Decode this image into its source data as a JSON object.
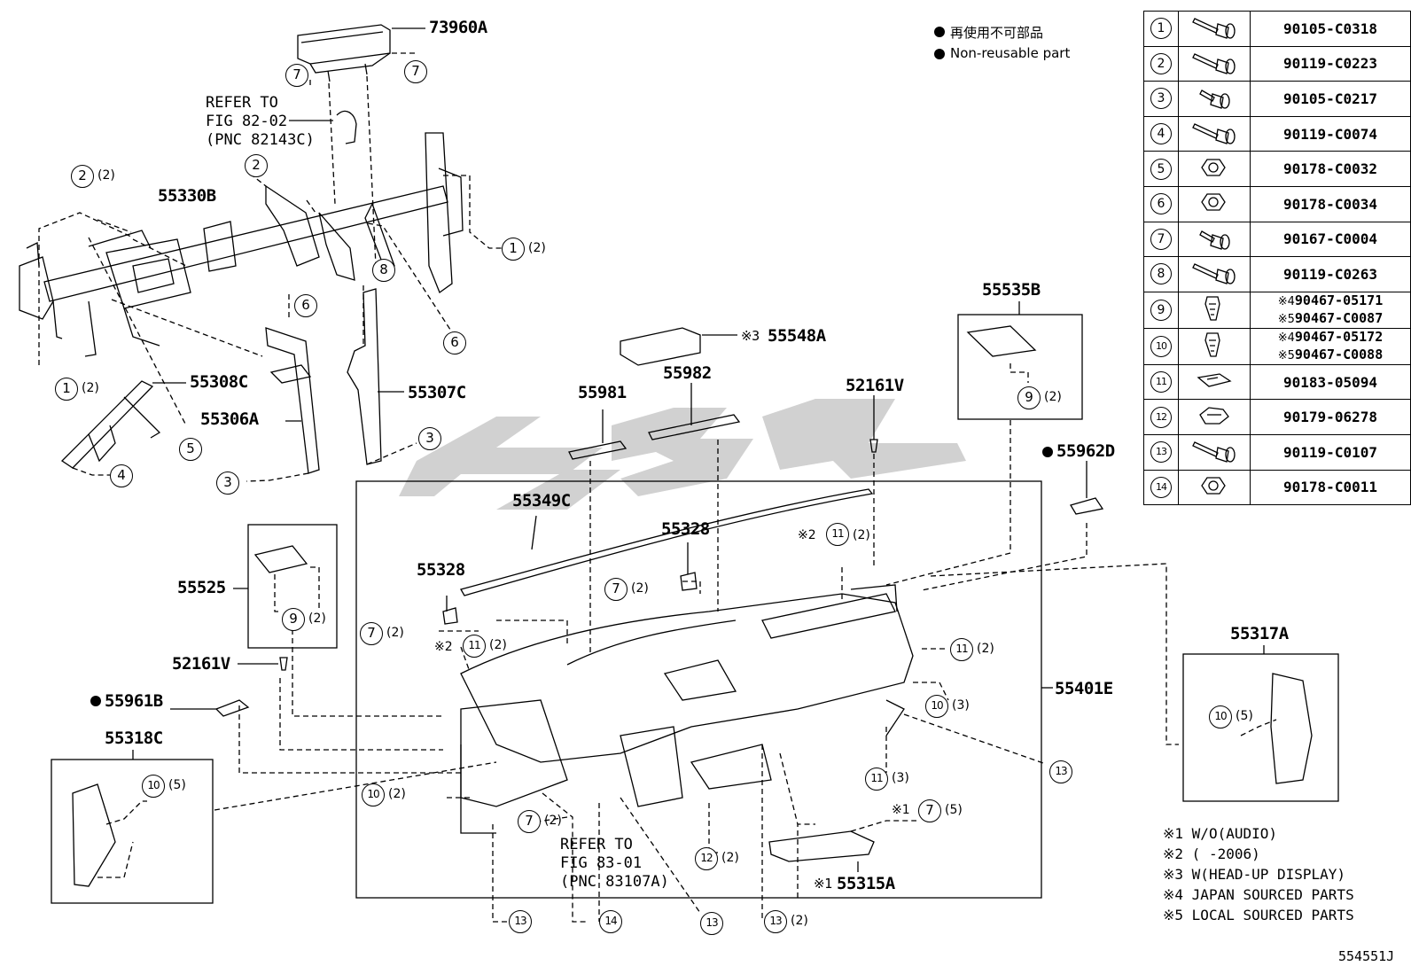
{
  "legend": {
    "ja": "再使用不可部品",
    "en": "Non-reusable part"
  },
  "parts_table": [
    {
      "no": "1",
      "part": "90105-C0318"
    },
    {
      "no": "2",
      "part": "90119-C0223"
    },
    {
      "no": "3",
      "part": "90105-C0217"
    },
    {
      "no": "4",
      "part": "90119-C0074"
    },
    {
      "no": "5",
      "part": "90178-C0032"
    },
    {
      "no": "6",
      "part": "90178-C0034"
    },
    {
      "no": "7",
      "part": "90167-C0004"
    },
    {
      "no": "8",
      "part": "90119-C0263"
    },
    {
      "no": "9",
      "part_a_mark": "※4",
      "part_a": "90467-05171",
      "part_b_mark": "※5",
      "part_b": "90467-C0087"
    },
    {
      "no": "10",
      "part_a_mark": "※4",
      "part_a": "90467-05172",
      "part_b_mark": "※5",
      "part_b": "90467-C0088"
    },
    {
      "no": "11",
      "part": "90183-05094"
    },
    {
      "no": "12",
      "part": "90179-06278"
    },
    {
      "no": "13",
      "part": "90119-C0107"
    },
    {
      "no": "14",
      "part": "90178-C0011"
    }
  ],
  "labels": {
    "p73960A": "73960A",
    "p55330B": "55330B",
    "p55308C": "55308C",
    "p55306A": "55306A",
    "p55307C": "55307C",
    "p55548A": "55548A",
    "p55548A_mark": "※3",
    "p55535B": "55535B",
    "p55981": "55981",
    "p55982": "55982",
    "p52161V_top": "52161V",
    "p55962D": "55962D",
    "p55349C": "55349C",
    "p55328_a": "55328",
    "p55328_b": "55328",
    "p55525": "55525",
    "p52161V_left": "52161V",
    "p55961B": "55961B",
    "p55318C": "55318C",
    "p55401E": "55401E",
    "p55317A": "55317A",
    "p55315A": "55315A",
    "p55315A_mark": "※1"
  },
  "refs": {
    "fig82": "REFER TO\nFIG 82-02\n(PNC 82143C)",
    "fig83": "REFER TO\nFIG 83-01\n(PNC 83107A)"
  },
  "callouts": {
    "q2": "(2)",
    "q3": "(3)",
    "q5": "(5)",
    "mark1": "※1",
    "mark2": "※2"
  },
  "footnotes": [
    "※1 W/O(AUDIO)",
    "※2 (      -2006)",
    "※3 W(HEAD-UP DISPLAY)",
    "※4 JAPAN SOURCED PARTS",
    "※5 LOCAL SOURCED PARTS"
  ],
  "figure_code": "554551J",
  "colors": {
    "line": "#000000",
    "watermark": "#c8c8c8",
    "background": "#ffffff"
  }
}
